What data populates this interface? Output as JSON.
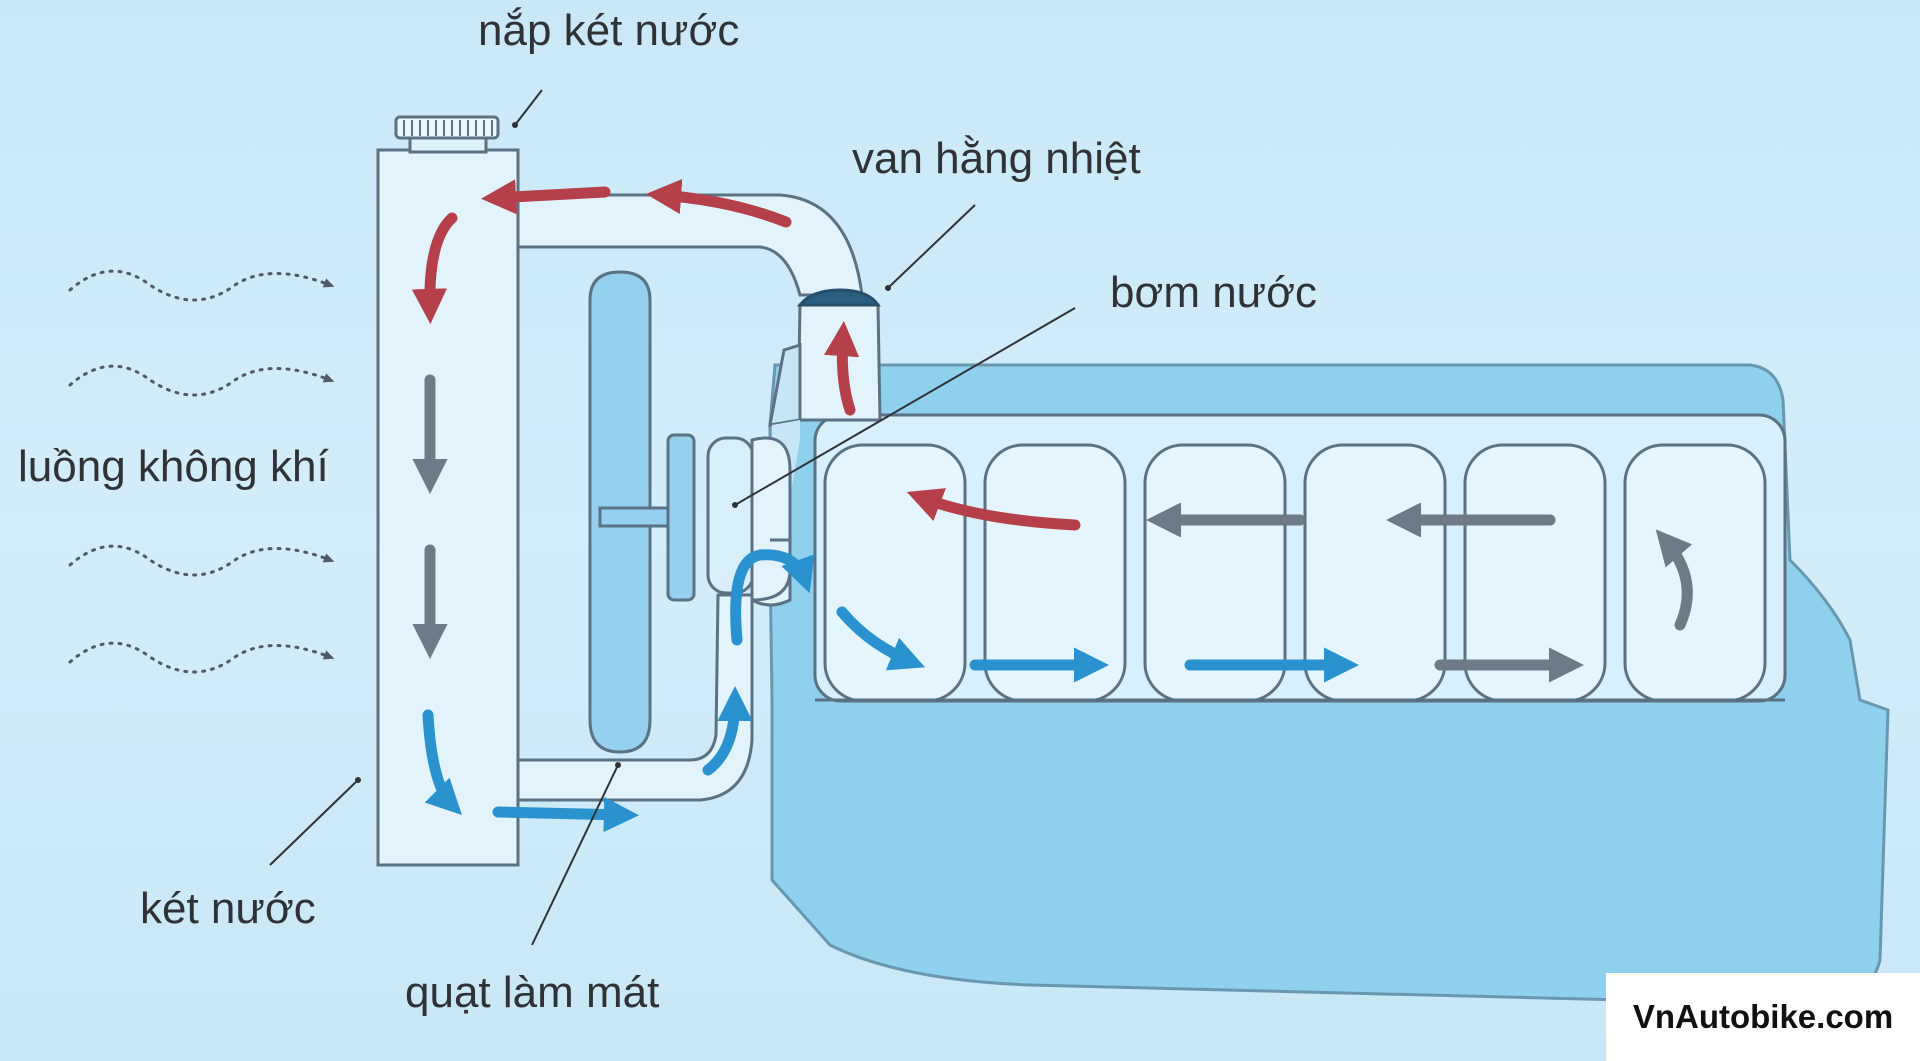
{
  "diagram": {
    "labels": {
      "radiator_cap": "nắp két nước",
      "thermostat": "van hằng nhiệt",
      "water_pump": "bơm nước",
      "airflow": "luồng không khí",
      "radiator": "két nước",
      "cooling_fan": "quạt làm mát"
    },
    "watermark": "VnAutobike.com",
    "colors": {
      "background": "#cde9f8",
      "hot_coolant": "#b5404a",
      "cooling_coolant": "#6d7b86",
      "cold_coolant": "#2a93cf",
      "engine_fill": "#8fd0ed",
      "radiator_fill": "#e2f3fc",
      "outline": "#5a7283"
    }
  }
}
